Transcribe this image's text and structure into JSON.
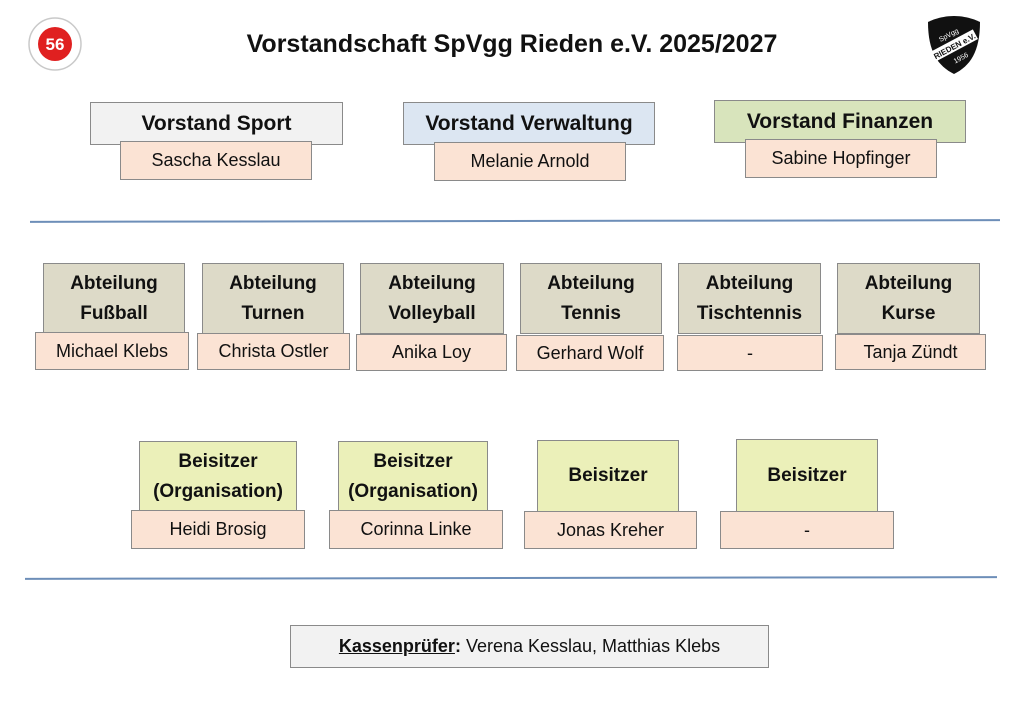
{
  "header": {
    "title": "Vorstandschaft SpVgg Rieden e.V. 2025/2027",
    "left_logo": {
      "icon": "youth-club-logo-icon",
      "number": "56",
      "color": "#e02020"
    },
    "right_logo": {
      "icon": "club-crest-icon",
      "text_top": "SpVgg",
      "text_mid": "RIEDEN e.V.",
      "year": "1956"
    }
  },
  "leadership": [
    {
      "role": "Vorstand Sport",
      "person": "Sascha Kesslau",
      "color": "#f2f2f2"
    },
    {
      "role": "Vorstand Verwaltung",
      "person": "Melanie Arnold",
      "color": "#dce6f2"
    },
    {
      "role": "Vorstand Finanzen",
      "person": "Sabine Hopfinger",
      "color": "#d8e4bc"
    }
  ],
  "departments": [
    {
      "line1": "Abteilung",
      "line2": "Fußball",
      "person": "Michael Klebs"
    },
    {
      "line1": "Abteilung",
      "line2": "Turnen",
      "person": "Christa Ostler"
    },
    {
      "line1": "Abteilung",
      "line2": "Volleyball",
      "person": "Anika Loy"
    },
    {
      "line1": "Abteilung",
      "line2": "Tennis",
      "person": "Gerhard Wolf"
    },
    {
      "line1": "Abteilung",
      "line2": "Tischtennis",
      "person": "-"
    },
    {
      "line1": "Abteilung",
      "line2": "Kurse",
      "person": "Tanja Zündt"
    }
  ],
  "assessors": [
    {
      "line1": "Beisitzer",
      "line2": "(Organisation)",
      "person": "Heidi Brosig"
    },
    {
      "line1": "Beisitzer",
      "line2": "(Organisation)",
      "person": "Corinna Linke"
    },
    {
      "line1": "Beisitzer",
      "line2": "",
      "person": "Jonas Kreher"
    },
    {
      "line1": "Beisitzer",
      "line2": "",
      "person": "-"
    }
  ],
  "auditors": {
    "label": "Kassenprüfer",
    "names": "Verena Kesslau, Matthias Klebs"
  }
}
